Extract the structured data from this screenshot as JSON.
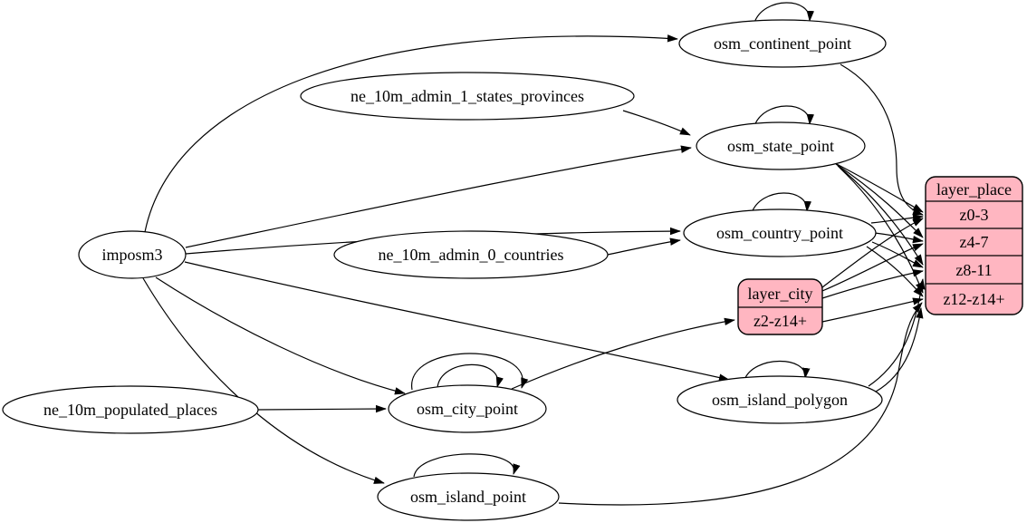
{
  "diagram": {
    "type": "etl-graph",
    "background_color": "#ffffff",
    "colors": {
      "node_fill": "#ffffff",
      "record_fill": "#ffb6c1",
      "stroke": "#000000",
      "text": "#000000"
    },
    "nodes": {
      "imposm3": {
        "label": "imposm3",
        "shape": "ellipse"
      },
      "ne_10m_admin_1_states_provinces": {
        "label": "ne_10m_admin_1_states_provinces",
        "shape": "ellipse"
      },
      "ne_10m_admin_0_countries": {
        "label": "ne_10m_admin_0_countries",
        "shape": "ellipse"
      },
      "ne_10m_populated_places": {
        "label": "ne_10m_populated_places",
        "shape": "ellipse"
      },
      "osm_continent_point": {
        "label": "osm_continent_point",
        "shape": "ellipse"
      },
      "osm_state_point": {
        "label": "osm_state_point",
        "shape": "ellipse"
      },
      "osm_country_point": {
        "label": "osm_country_point",
        "shape": "ellipse"
      },
      "osm_city_point": {
        "label": "osm_city_point",
        "shape": "ellipse"
      },
      "osm_island_polygon": {
        "label": "osm_island_polygon",
        "shape": "ellipse"
      },
      "osm_island_point": {
        "label": "osm_island_point",
        "shape": "ellipse"
      },
      "layer_city": {
        "label": "layer_city",
        "shape": "record",
        "rows": [
          "z2-z14+"
        ]
      },
      "layer_place": {
        "label": "layer_place",
        "shape": "record",
        "rows": [
          "z0-3",
          "z4-7",
          "z8-11",
          "z12-z14+"
        ]
      }
    },
    "edges": [
      {
        "from": "imposm3",
        "to": "osm_continent_point"
      },
      {
        "from": "imposm3",
        "to": "osm_state_point"
      },
      {
        "from": "imposm3",
        "to": "osm_country_point"
      },
      {
        "from": "imposm3",
        "to": "osm_city_point"
      },
      {
        "from": "imposm3",
        "to": "osm_island_polygon"
      },
      {
        "from": "imposm3",
        "to": "osm_island_point"
      },
      {
        "from": "ne_10m_admin_1_states_provinces",
        "to": "osm_state_point"
      },
      {
        "from": "ne_10m_admin_0_countries",
        "to": "osm_country_point"
      },
      {
        "from": "ne_10m_populated_places",
        "to": "osm_city_point"
      },
      {
        "from": "osm_continent_point",
        "to": "osm_continent_point"
      },
      {
        "from": "osm_state_point",
        "to": "osm_state_point"
      },
      {
        "from": "osm_country_point",
        "to": "osm_country_point"
      },
      {
        "from": "osm_city_point",
        "to": "osm_city_point"
      },
      {
        "from": "osm_city_point",
        "to": "osm_city_point"
      },
      {
        "from": "osm_island_polygon",
        "to": "osm_island_polygon"
      },
      {
        "from": "osm_island_point",
        "to": "osm_island_point"
      },
      {
        "from": "osm_city_point",
        "to": "layer_city",
        "to_port": "z2-z14+"
      },
      {
        "from": "osm_continent_point",
        "to": "layer_place",
        "to_port": "z0-3"
      },
      {
        "from": "osm_state_point",
        "to": "layer_place",
        "to_port": "z0-3"
      },
      {
        "from": "osm_state_point",
        "to": "layer_place",
        "to_port": "z4-7"
      },
      {
        "from": "osm_state_point",
        "to": "layer_place",
        "to_port": "z8-11"
      },
      {
        "from": "osm_state_point",
        "to": "layer_place",
        "to_port": "z12-z14+"
      },
      {
        "from": "osm_country_point",
        "to": "layer_place",
        "to_port": "z0-3"
      },
      {
        "from": "osm_country_point",
        "to": "layer_place",
        "to_port": "z4-7"
      },
      {
        "from": "osm_country_point",
        "to": "layer_place",
        "to_port": "z8-11"
      },
      {
        "from": "osm_country_point",
        "to": "layer_place",
        "to_port": "z12-z14+"
      },
      {
        "from": "layer_city",
        "to": "layer_place",
        "to_port": "z0-3"
      },
      {
        "from": "layer_city",
        "to": "layer_place",
        "to_port": "z4-7"
      },
      {
        "from": "layer_city",
        "to": "layer_place",
        "to_port": "z8-11"
      },
      {
        "from": "layer_city",
        "to": "layer_place",
        "to_port": "z12-z14+"
      },
      {
        "from": "osm_island_polygon",
        "to": "layer_place",
        "to_port": "z8-11"
      },
      {
        "from": "osm_island_polygon",
        "to": "layer_place",
        "to_port": "z12-z14+"
      },
      {
        "from": "osm_island_point",
        "to": "layer_place",
        "to_port": "z12-z14+"
      }
    ]
  }
}
